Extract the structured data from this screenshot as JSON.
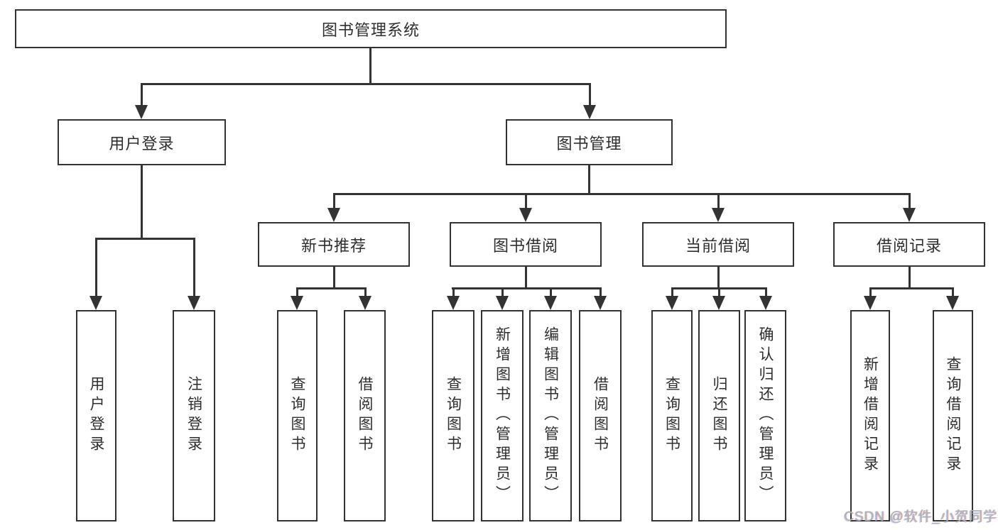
{
  "diagram_type": "hierarchy-tree",
  "tree": {
    "label": "图书管理系统",
    "children": [
      {
        "label": "用户登录",
        "children": [
          {
            "label": "用户登录"
          },
          {
            "label": "注销登录"
          }
        ]
      },
      {
        "label": "图书管理",
        "children": [
          {
            "label": "新书推荐",
            "children": [
              {
                "label": "查询图书"
              },
              {
                "label": "借阅图书"
              }
            ]
          },
          {
            "label": "图书借阅",
            "children": [
              {
                "label": "查询图书"
              },
              {
                "label": "新增图书（管理员）"
              },
              {
                "label": "编辑图书（管理员）"
              },
              {
                "label": "借阅图书"
              }
            ]
          },
          {
            "label": "当前借阅",
            "children": [
              {
                "label": "查询图书"
              },
              {
                "label": "归还图书"
              },
              {
                "label": "确认归还（管理员）"
              }
            ]
          },
          {
            "label": "借阅记录",
            "children": [
              {
                "label": "新增借阅记录"
              },
              {
                "label": "查询借阅记录"
              }
            ]
          }
        ]
      }
    ]
  },
  "watermark": {
    "label": "CSDN @软件_小贺同学"
  },
  "colors": {
    "line": "#333333",
    "text": "#2e2e2e",
    "background": "#ffffff",
    "watermark": "#b3b3b3"
  }
}
